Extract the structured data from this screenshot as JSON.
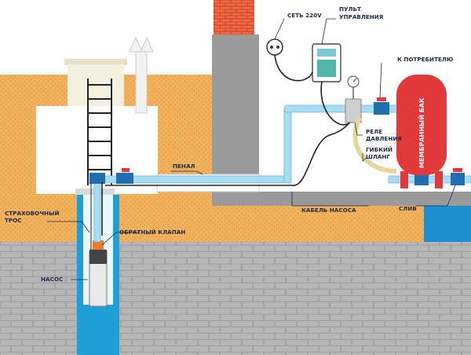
{
  "labels": {
    "mains": "СЕТЬ 220V",
    "control_panel_line1": "ПУЛЬТ",
    "control_panel_line2": "УПРАВЛЕНИЯ",
    "to_consumer": "К ПОТРЕБИТЕЛЮ",
    "membrane_tank": "МЕМБРАННЫЙ БАК",
    "pressure_relay_line1": "РЕЛЕ",
    "pressure_relay_line2": "ДАВЛЕНИЯ",
    "flexible_hose_line1": "ГИБКИЙ",
    "flexible_hose_line2": "ШЛАНГ",
    "casing_sleeve": "ПЕНАЛ",
    "pump_cable": "КАБЕЛЬ НАСОСА",
    "drain": "СЛИВ",
    "safety_cable_line1": "СТРАХОВОЧНЫЙ",
    "safety_cable_line2": "ТРОС",
    "check_valve": "ОБРАТНЫЙ КЛАПАН",
    "pump": "НАСОС"
  },
  "colors": {
    "soil": "#f2b15c",
    "brick_wall": "#9b9b9b",
    "chimney_brick": "#e8623a",
    "water_pipe": "#a8dcf2",
    "water_blue": "#1f9fd8",
    "tank_red": "#e23a3a",
    "label_text": "#1b2a4a"
  }
}
